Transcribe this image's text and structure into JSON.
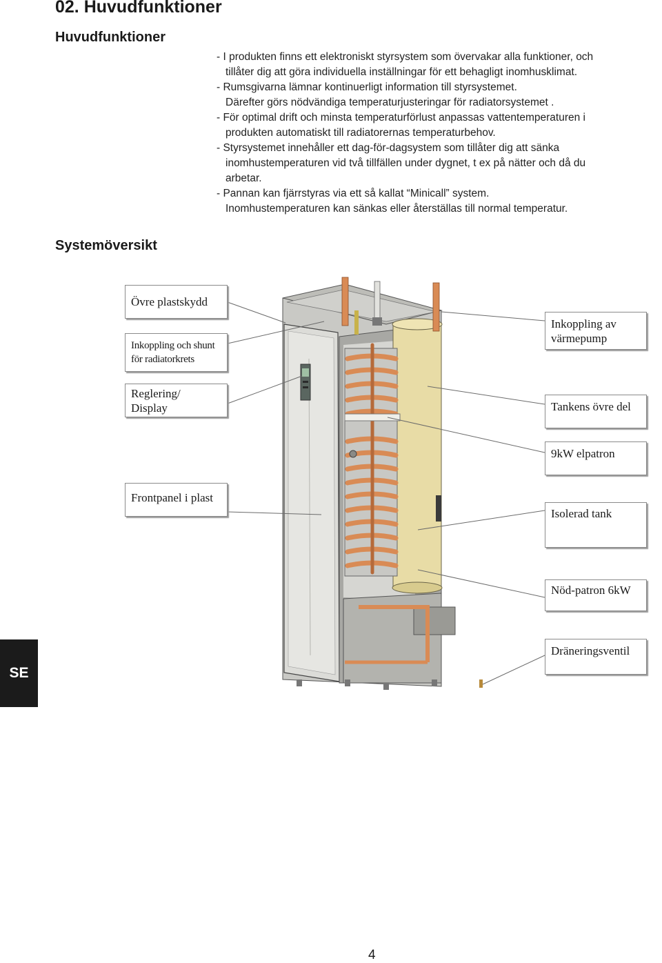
{
  "chapter": {
    "title": "02. Huvudfunktioner"
  },
  "section_main": {
    "heading": "Huvudfunktioner",
    "lines": [
      "- I produkten finns ett elektroniskt styrsystem som övervakar alla funktioner, och",
      "tillåter dig att göra individuella inställningar för ett behagligt inomhusklimat.",
      "- Rumsgivarna lämnar kontinuerligt information till styrsystemet.",
      "Därefter görs nödvändiga temperaturjusteringar för radiatorsystemet .",
      "- För optimal drift och minsta temperaturförlust anpassas vattentemperaturen i",
      "produkten automatiskt till radiatorernas temperaturbehov.",
      "- Styrsystemet innehåller ett dag-för-dagsystem som tillåter dig att sänka",
      "inomhustemperaturen vid två tillfällen under dygnet, t ex på nätter och då du",
      "arbetar.",
      "- Pannan kan fjärrstyras via ett så kallat “Minicall” system.",
      "Inomhustemperaturen kan sänkas eller återställas till normal temperatur."
    ]
  },
  "section_overview": {
    "heading": "Systemöversikt"
  },
  "callouts_left": {
    "ovre_plastskydd": "Övre plastskydd",
    "inkoppling_shunt_1": "Inkoppling och shunt",
    "inkoppling_shunt_2": "för radiatorkrets",
    "reglering_1": "Reglering/",
    "reglering_2": "Display",
    "frontpanel": "Frontpanel i plast"
  },
  "callouts_right": {
    "inkoppling_vp_1": "Inkoppling av",
    "inkoppling_vp_2": "värmepump",
    "tankens_ovre_del": "Tankens övre del",
    "elpatron": "9kW elpatron",
    "isolerad_tank": "Isolerad tank",
    "nodpatron": "Nöd-patron 6kW",
    "draneringsventil": "Dräneringsventil"
  },
  "side_tab": {
    "label": "SE"
  },
  "footer": {
    "page_number": "4"
  },
  "colors": {
    "tank_insulation": "#e8dca6",
    "copper": "#d98b55",
    "cabinet": "#d4d4d0",
    "text": "#1a1a1a",
    "tab_background": "#1b1b1b"
  }
}
